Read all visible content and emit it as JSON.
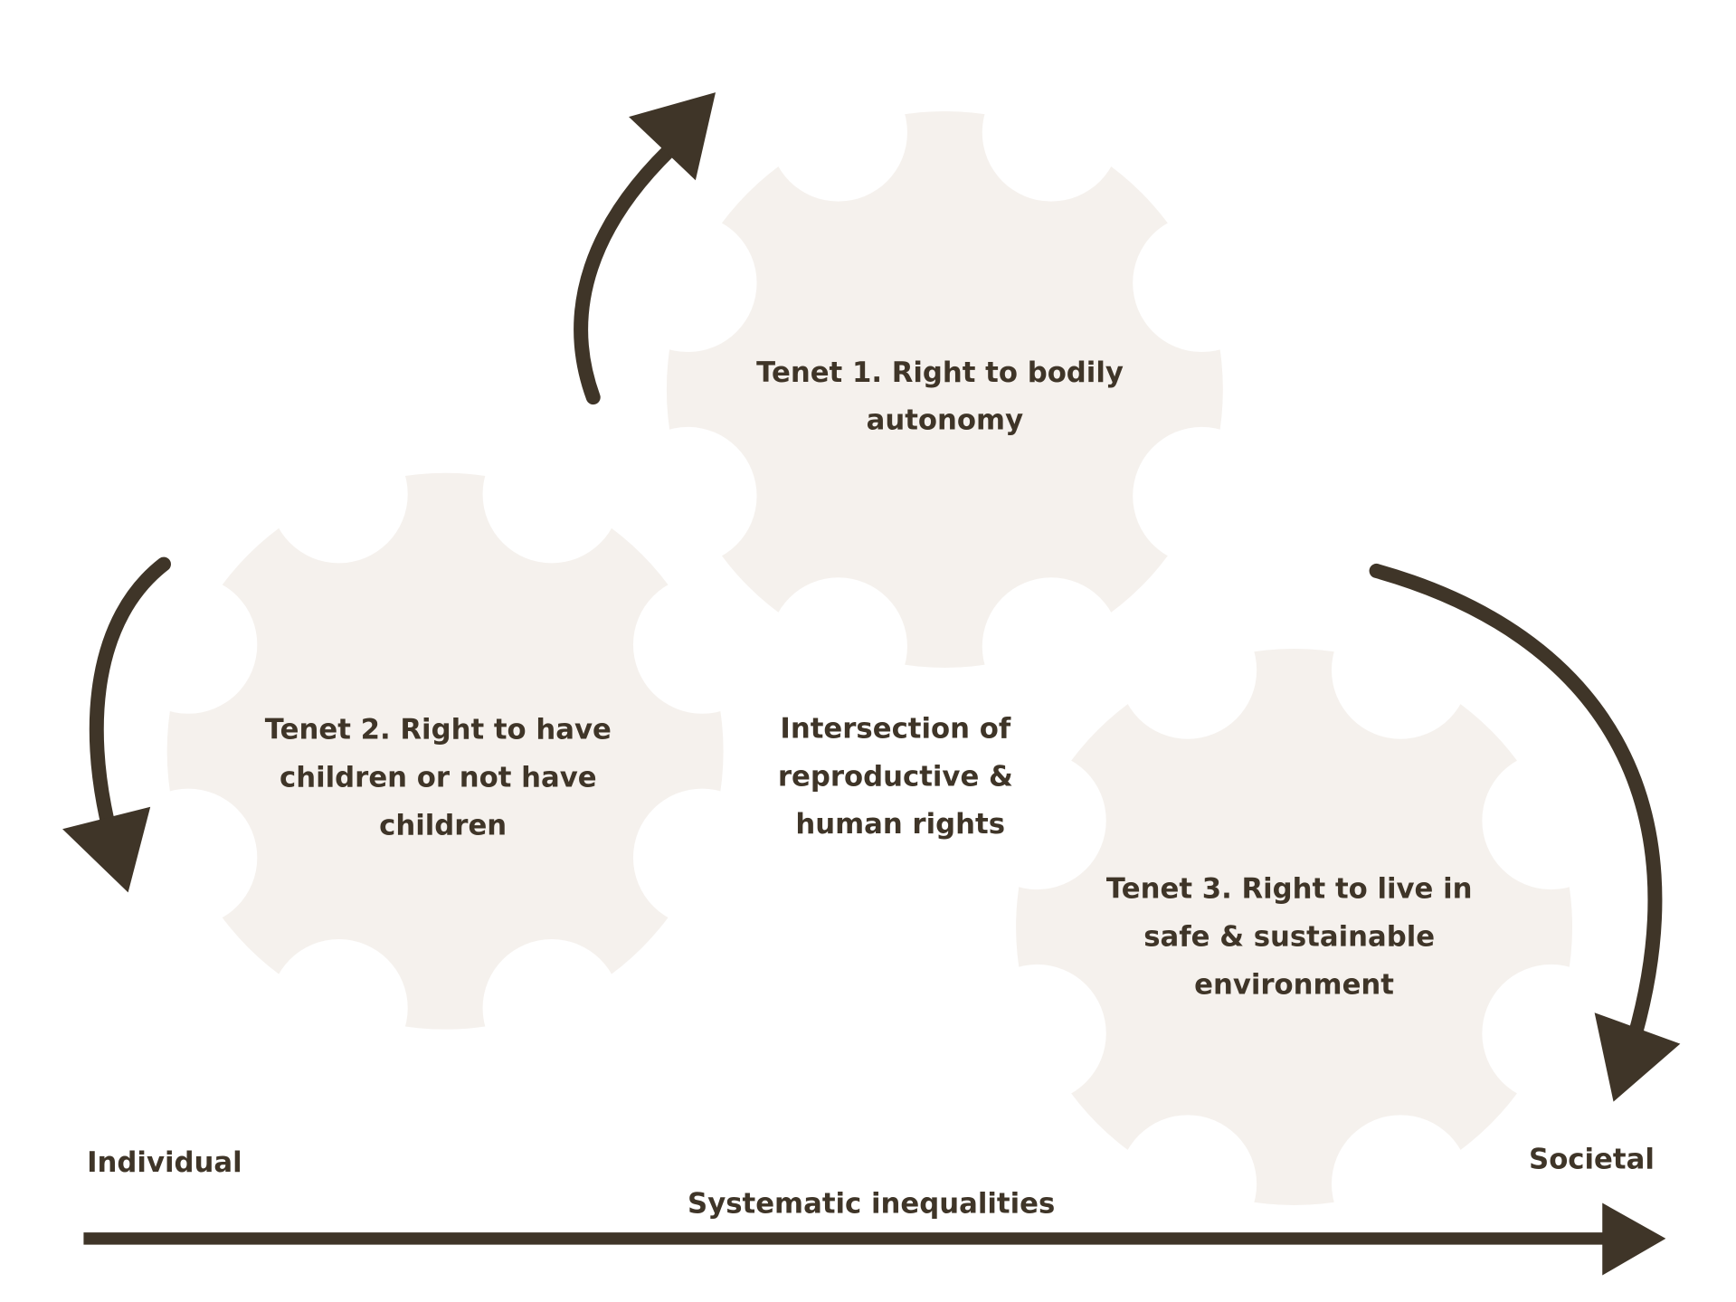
{
  "colors": {
    "ink": "#3f3528",
    "gear": "#f5f1ed",
    "background": "#ffffff"
  },
  "gears": [
    {
      "lines": [
        "Tenet 1. Right to bodily",
        "autonomy"
      ]
    },
    {
      "lines": [
        "Tenet 2. Right to have",
        "children or not have",
        "children"
      ]
    },
    {
      "lines": [
        "Tenet 3. Right to live in",
        "safe & sustainable",
        "environment"
      ]
    }
  ],
  "center_label": {
    "lines": [
      "Intersection of",
      "reproductive &",
      "human rights"
    ]
  },
  "axis": {
    "left": "Individual",
    "right": "Societal",
    "title": "Systematic inequalities"
  }
}
